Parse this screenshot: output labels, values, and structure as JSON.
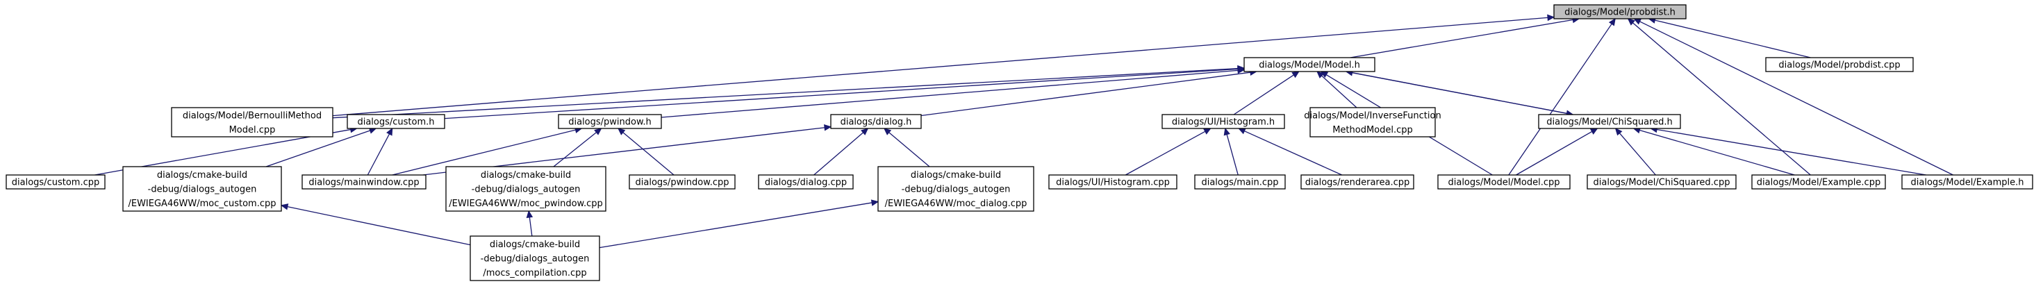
{
  "graph": {
    "title": "",
    "colors": {
      "root_fill": "#bfbfbf",
      "node_fill": "#ffffff",
      "edge": "#191970",
      "border": "#000000"
    },
    "nodes": [
      {
        "id": "probdist_h",
        "lines": [
          "dialogs/Model/probdist.h"
        ],
        "root": true
      },
      {
        "id": "model_h",
        "lines": [
          "dialogs/Model/Model.h"
        ]
      },
      {
        "id": "probdist_cpp",
        "lines": [
          "dialogs/Model/probdist.cpp"
        ]
      },
      {
        "id": "bernoulli_cpp",
        "lines": [
          "dialogs/Model/BernoulliMethod",
          "Model.cpp"
        ]
      },
      {
        "id": "custom_h",
        "lines": [
          "dialogs/custom.h"
        ]
      },
      {
        "id": "pwindow_h",
        "lines": [
          "dialogs/pwindow.h"
        ]
      },
      {
        "id": "dialog_h",
        "lines": [
          "dialogs/dialog.h"
        ]
      },
      {
        "id": "histogram_h",
        "lines": [
          "dialogs/UI/Histogram.h"
        ]
      },
      {
        "id": "inverse_cpp",
        "lines": [
          "dialogs/Model/InverseFunction",
          "MethodModel.cpp"
        ]
      },
      {
        "id": "chisquared_h",
        "lines": [
          "dialogs/Model/ChiSquared.h"
        ]
      },
      {
        "id": "custom_cpp",
        "lines": [
          "dialogs/custom.cpp"
        ]
      },
      {
        "id": "moc_custom",
        "lines": [
          "dialogs/cmake-build",
          "-debug/dialogs_autogen",
          "/EWIEGA46WW/moc_custom.cpp"
        ]
      },
      {
        "id": "mainwindow_cpp",
        "lines": [
          "dialogs/mainwindow.cpp"
        ]
      },
      {
        "id": "moc_pwindow",
        "lines": [
          "dialogs/cmake-build",
          "-debug/dialogs_autogen",
          "/EWIEGA46WW/moc_pwindow.cpp"
        ]
      },
      {
        "id": "pwindow_cpp",
        "lines": [
          "dialogs/pwindow.cpp"
        ]
      },
      {
        "id": "dialog_cpp",
        "lines": [
          "dialogs/dialog.cpp"
        ]
      },
      {
        "id": "moc_dialog",
        "lines": [
          "dialogs/cmake-build",
          "-debug/dialogs_autogen",
          "/EWIEGA46WW/moc_dialog.cpp"
        ]
      },
      {
        "id": "histogram_cpp",
        "lines": [
          "dialogs/UI/Histogram.cpp"
        ]
      },
      {
        "id": "main_cpp",
        "lines": [
          "dialogs/main.cpp"
        ]
      },
      {
        "id": "renderarea_cpp",
        "lines": [
          "dialogs/renderarea.cpp"
        ]
      },
      {
        "id": "model_cpp",
        "lines": [
          "dialogs/Model/Model.cpp"
        ]
      },
      {
        "id": "chisquared_cpp",
        "lines": [
          "dialogs/Model/ChiSquared.cpp"
        ]
      },
      {
        "id": "example_cpp",
        "lines": [
          "dialogs/Model/Example.cpp"
        ]
      },
      {
        "id": "example_h",
        "lines": [
          "dialogs/Model/Example.h"
        ]
      },
      {
        "id": "mocs_compilation",
        "lines": [
          "dialogs/cmake-build",
          "-debug/dialogs_autogen",
          "/mocs_compilation.cpp"
        ]
      }
    ],
    "edges": [
      {
        "from": "model_h",
        "to": "probdist_h"
      },
      {
        "from": "probdist_cpp",
        "to": "probdist_h"
      },
      {
        "from": "bernoulli_cpp",
        "to": "probdist_h"
      },
      {
        "from": "model_cpp",
        "to": "probdist_h"
      },
      {
        "from": "example_cpp",
        "to": "probdist_h"
      },
      {
        "from": "example_h",
        "to": "probdist_h"
      },
      {
        "from": "bernoulli_cpp",
        "to": "model_h"
      },
      {
        "from": "custom_h",
        "to": "model_h"
      },
      {
        "from": "pwindow_h",
        "to": "model_h"
      },
      {
        "from": "dialog_h",
        "to": "model_h"
      },
      {
        "from": "histogram_h",
        "to": "model_h"
      },
      {
        "from": "inverse_cpp",
        "to": "model_h"
      },
      {
        "from": "chisquared_h",
        "to": "model_h"
      },
      {
        "from": "model_cpp",
        "to": "model_h"
      },
      {
        "from": "model_h",
        "to": "chisquared_h"
      },
      {
        "from": "custom_cpp",
        "to": "custom_h"
      },
      {
        "from": "moc_custom",
        "to": "custom_h"
      },
      {
        "from": "mainwindow_cpp",
        "to": "custom_h"
      },
      {
        "from": "mainwindow_cpp",
        "to": "pwindow_h"
      },
      {
        "from": "moc_pwindow",
        "to": "pwindow_h"
      },
      {
        "from": "pwindow_cpp",
        "to": "pwindow_h"
      },
      {
        "from": "mainwindow_cpp",
        "to": "dialog_h"
      },
      {
        "from": "dialog_cpp",
        "to": "dialog_h"
      },
      {
        "from": "moc_dialog",
        "to": "dialog_h"
      },
      {
        "from": "histogram_cpp",
        "to": "histogram_h"
      },
      {
        "from": "main_cpp",
        "to": "histogram_h"
      },
      {
        "from": "renderarea_cpp",
        "to": "histogram_h"
      },
      {
        "from": "model_cpp",
        "to": "chisquared_h"
      },
      {
        "from": "chisquared_cpp",
        "to": "chisquared_h"
      },
      {
        "from": "example_cpp",
        "to": "chisquared_h"
      },
      {
        "from": "example_h",
        "to": "chisquared_h"
      },
      {
        "from": "mocs_compilation",
        "to": "moc_custom"
      },
      {
        "from": "mocs_compilation",
        "to": "moc_pwindow"
      },
      {
        "from": "mocs_compilation",
        "to": "moc_dialog"
      }
    ]
  }
}
